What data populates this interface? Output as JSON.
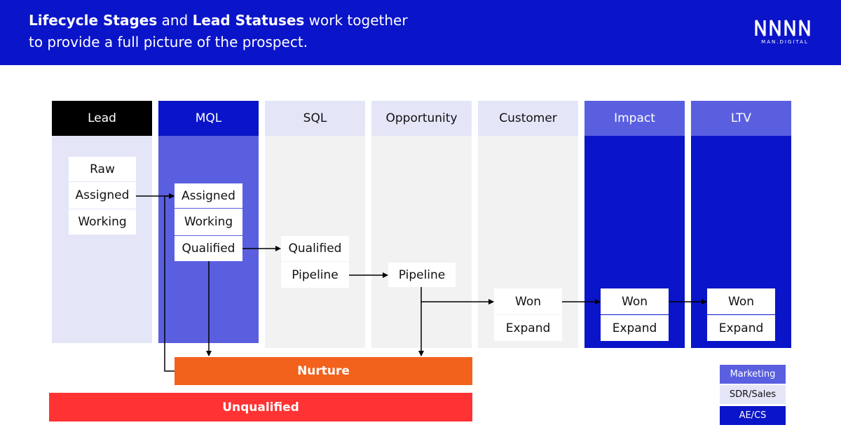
{
  "header": {
    "part1_bold": "Lifecycle Stages",
    "part2": " and ",
    "part3_bold": "Lead Statuses",
    "part4": " work together",
    "line2": "to provide a full picture of the prospect.",
    "logo_text": "MAN.DIGITAL"
  },
  "columns": [
    "Lead",
    "MQL",
    "SQL",
    "Opportunity",
    "Customer",
    "Impact",
    "LTV"
  ],
  "lead_statuses": [
    "Raw",
    "Assigned",
    "Working"
  ],
  "mql_statuses": [
    "Assigned",
    "Working",
    "Qualified"
  ],
  "sql_statuses": [
    "Qualified",
    "Pipeline"
  ],
  "opportunity_statuses": [
    "Pipeline"
  ],
  "customer_statuses": [
    "Won",
    "Expand"
  ],
  "impact_statuses": [
    "Won",
    "Expand"
  ],
  "ltv_statuses": [
    "Won",
    "Expand"
  ],
  "bars": {
    "nurture": "Nurture",
    "unqualified": "Unqualified"
  },
  "legend": [
    "Marketing",
    "SDR/Sales",
    "AE/CS"
  ],
  "colors": {
    "header_bg": "#0a14c8",
    "marketing": "#5a5fe0",
    "sdr_sales": "#e4e6f8",
    "ae_cs": "#0a14c8",
    "lead_header": "#000000",
    "nurture": "#f2621c",
    "unqualified": "#ff3333"
  }
}
